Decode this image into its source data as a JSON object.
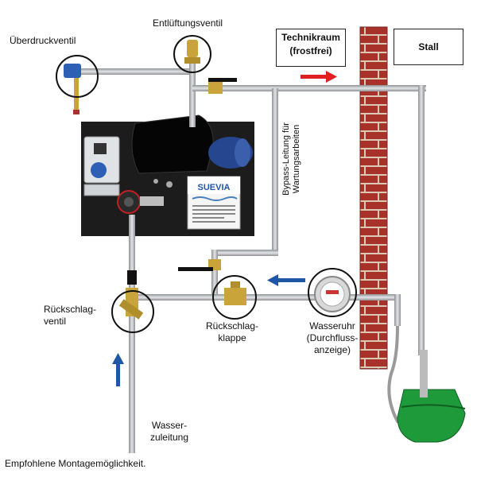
{
  "labels": {
    "ueberdruckventil": "Überdruckventil",
    "entlueftungsventil": "Entlüftungsventil",
    "technikraum_line1": "Technikraum",
    "technikraum_line2": "(frostfrei)",
    "stall": "Stall",
    "bypass_line1": "Bypass-Leitung für",
    "bypass_line2": "Wartungsarbeiten",
    "rueckschlagventil_line1": "Rückschlag-",
    "rueckschlagventil_line2": "ventil",
    "rueckschlagklappe_line1": "Rückschlag-",
    "rueckschlagklappe_line2": "klappe",
    "wasseruhr_line1": "Wasseruhr",
    "wasseruhr_line2": "(Durchfluss-",
    "wasseruhr_line3": "anzeige)",
    "wasserzuleitung_line1": "Wasser-",
    "wasserzuleitung_line2": "zuleitung",
    "brand": "SUEVIA",
    "caption": "Empfohlene Montagemöglichkeit."
  },
  "colors": {
    "pipe": "#b5b8bb",
    "panel": "#1c1c1c",
    "brick": "#a8322a",
    "mortar": "#d9c9b5",
    "arrow_red": "#e02020",
    "arrow_blue": "#1f57a6",
    "bowl": "#1f9a3a",
    "brass": "#c9a43a",
    "valve_handle": "#2d5fb5"
  }
}
